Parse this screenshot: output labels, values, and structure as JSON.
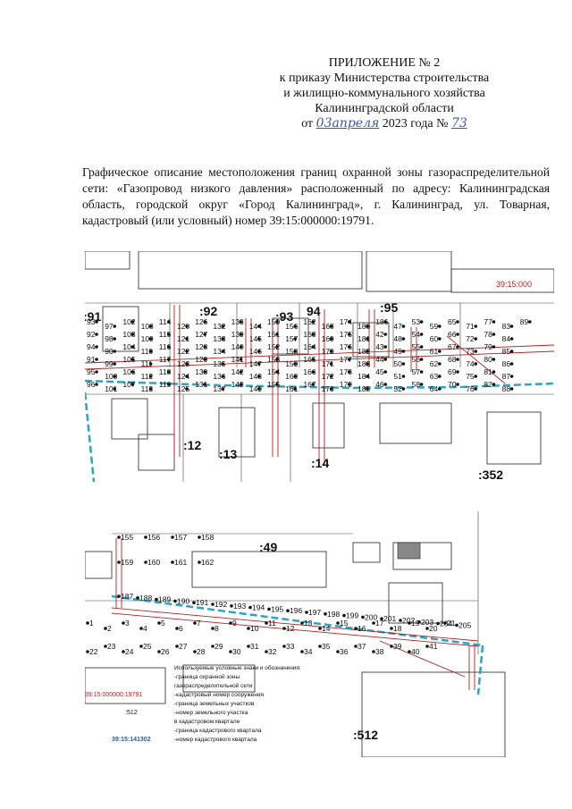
{
  "header": {
    "line1": "ПРИЛОЖЕНИЕ № 2",
    "line2": "к приказу Министерства строительства",
    "line3": "и жилищно-коммунального хозяйства",
    "line4": "Калининградской области",
    "date_prefix": "от",
    "date_handwritten": "03апреля",
    "date_year": "2023 года №",
    "number_handwritten": "73"
  },
  "description": "Графическое описание местоположения границ охранной зоны газораспределительной сети: «Газопровод низкого давления» расположенный по адресу: Калининградская область, городской округ «Город Калининград», г. Калининград, ул. Товарная, кадастровый (или условный) номер 39:15:000000:19791.",
  "map1": {
    "cadastral_label": "39:15:000",
    "plot_labels": [
      ":91",
      ":92",
      ":93",
      "94",
      ":95",
      ":12",
      ":13",
      ":14",
      ":352"
    ],
    "point_labels": [
      "93",
      "92",
      "94",
      "91",
      "95",
      "96",
      "97",
      "98",
      "90",
      "99",
      "100",
      "101",
      "102",
      "103",
      "104",
      "105",
      "106",
      "107",
      "108",
      "109",
      "110",
      "111",
      "112",
      "113",
      "114",
      "115",
      "116",
      "117",
      "118",
      "119",
      "120",
      "121",
      "122",
      "123",
      "124",
      "125",
      "126",
      "127",
      "128",
      "129",
      "130",
      "131",
      "132",
      "133",
      "134",
      "135",
      "136",
      "137",
      "138",
      "139",
      "140",
      "141",
      "142",
      "143",
      "144",
      "145",
      "146",
      "147",
      "148",
      "149",
      "150",
      "151",
      "152",
      "153",
      "154",
      "155",
      "156",
      "157",
      "158",
      "159",
      "160",
      "161",
      "162",
      "163",
      "164",
      "165",
      "166",
      "167",
      "168",
      "169",
      "170",
      "171",
      "172",
      "173",
      "174",
      "175",
      "176",
      "177",
      "178",
      "179",
      "180",
      "181",
      "182",
      "183",
      "184",
      "185",
      "186",
      "42",
      "43",
      "44",
      "45",
      "46",
      "47",
      "48",
      "49",
      "50",
      "51",
      "52",
      "53",
      "54",
      "55",
      "56",
      "57",
      "58",
      "59",
      "60",
      "61",
      "62",
      "63",
      "64",
      "65",
      "66",
      "67",
      "68",
      "69",
      "70",
      "71",
      "72",
      "73",
      "74",
      "75",
      "76",
      "77",
      "78",
      "79",
      "80",
      "81",
      "82",
      "83",
      "84",
      "85",
      "86",
      "87",
      "88",
      "89"
    ]
  },
  "map2": {
    "plot_labels": [
      ":49",
      ":512"
    ],
    "point_labels": [
      "155",
      "156",
      "157",
      "158",
      "159",
      "160",
      "161",
      "162",
      "187",
      "188",
      "189",
      "190",
      "191",
      "192",
      "193",
      "194",
      "195",
      "196",
      "197",
      "198",
      "199",
      "200",
      "201",
      "202",
      "203",
      "204",
      "205",
      "1",
      "2",
      "3",
      "4",
      "5",
      "6",
      "7",
      "8",
      "9",
      "10",
      "11",
      "12",
      "13",
      "14",
      "15",
      "16",
      "17",
      "18",
      "19",
      "20",
      "21",
      "22",
      "23",
      "24",
      "25",
      "26",
      "27",
      "28",
      "29",
      "30",
      "31",
      "32",
      "33",
      "34",
      "35",
      "36",
      "37",
      "38",
      "39",
      "40",
      "41"
    ]
  },
  "legend": {
    "title": "Используемые условные знаки и обозначения:",
    "items": [
      {
        "code": "",
        "text": "-граница охранной зоны"
      },
      {
        "code": "",
        "text": "газораспределительной сети"
      },
      {
        "code": "39:15:000000:19791",
        "text": "-кадастровый номер сооружения"
      },
      {
        "code": "",
        "text": "-граница земельных участков"
      },
      {
        "code": ":512",
        "text": "-номер земельного участка"
      },
      {
        "code": "",
        "text": "в кадастровом квартале"
      },
      {
        "code": "",
        "text": "-граница кадастрового квартала"
      },
      {
        "code": "39:15:141302",
        "text": "-номер кадастрового квартала"
      }
    ]
  },
  "colors": {
    "zone_line": "#b22222",
    "quarter_line": "#2aa6c4",
    "handwriting": "#3a55b8"
  }
}
